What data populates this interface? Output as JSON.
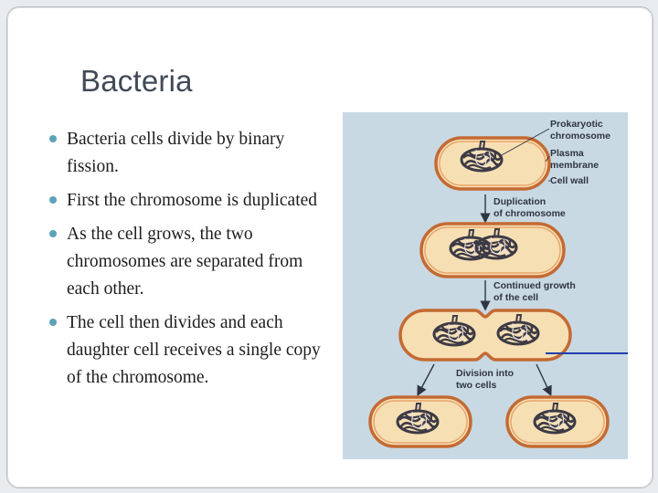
{
  "slide": {
    "title": "Bacteria",
    "bullets": [
      "Bacteria cells divide by binary fission.",
      "First the chromosome is duplicated",
      "As the cell grows, the two chromosomes are separated from each other.",
      "The cell then divides and each daughter cell receives a single copy of the chromosome."
    ]
  },
  "figure": {
    "labels": {
      "prokaryotic_line1": "Prokaryotic",
      "prokaryotic_line2": "chromosome",
      "plasma_line1": "Plasma",
      "plasma_line2": "membrane",
      "cell_wall": "Cell wall",
      "duplication_line1": "Duplication",
      "duplication_line2": "of chromosome",
      "growth_line1": "Continued growth",
      "growth_line2": "of the cell",
      "division_line1": "Division into",
      "division_line2": "two cells"
    },
    "colors": {
      "cell_fill": "#f7dfb4",
      "cell_wall": "#c46a33",
      "chromosome": "#3c3a45",
      "background": "#c8d9e3",
      "accent_line": "#1f3fb0"
    }
  }
}
